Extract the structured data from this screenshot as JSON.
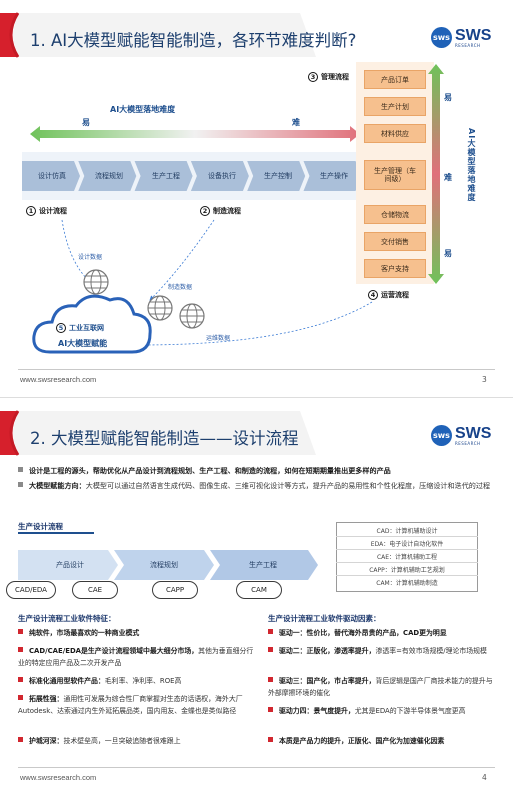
{
  "brand": {
    "mark": "sws",
    "name": "SWS",
    "sub": "RESEARCH"
  },
  "slide1": {
    "title": "1. AI大模型赋能智能制造，各环节难度判断?",
    "chart_title": "AI大模型落地难度",
    "easy": "易",
    "hard": "难",
    "process": [
      "设计仿真",
      "流程规划",
      "生产工程",
      "设备执行",
      "生产控制",
      "生产操作"
    ],
    "manage_label": "生产管理（车间级）",
    "manage_top": [
      "产品订单",
      "生产计划",
      "材料供应"
    ],
    "manage_bottom": [
      "仓储物流",
      "交付销售",
      "客户支持"
    ],
    "design_flow": "设计流程",
    "manufacture_flow": "制造流程",
    "management_flow": "管理流程",
    "operation_flow": "运营流程",
    "n1": "1",
    "n2": "2",
    "n3": "3",
    "n4": "4",
    "n5": "5",
    "design_data": "设计数据",
    "manufacture_data": "制造数据",
    "operation_data": "运维数据",
    "cloud_line1": "工业互联网",
    "cloud_line2": "AI大模型赋能",
    "vertical_title": "AI大模型落地难度",
    "v_easy_top": "易",
    "v_hard": "难",
    "v_easy_bottom": "易",
    "url": "www.swsresearch.com",
    "page": "3"
  },
  "slide2": {
    "title": "2. 大模型赋能智能制造——设计流程",
    "bullets": [
      {
        "strong": "设计是工程的源头，帮助优化从产品设计到流程规划、生产工程、和制造的流程，如何在短期期量推出更多样的产品",
        "rest": ""
      },
      {
        "strong": "大模型赋能方向：",
        "rest": "大模型可以通过自然语言生成代码、图像生成、三维可视化设计等方式，提升产品的易用性和个性化程度，压缩设计和迭代的过程"
      }
    ],
    "flow_title": "生产设计流程",
    "chevrons": [
      "产品设计",
      "流程规划",
      "生产工程"
    ],
    "ovals": [
      "CAD/EDA",
      "CAE",
      "CAPP",
      "CAM"
    ],
    "glossary": [
      "CAD：计算机辅助设计",
      "EDA：电子设计自动化软件",
      "CAE：计算机辅助工程",
      "CAPP：计算机辅助工艺规划",
      "CAM：计算机辅助制造"
    ],
    "left_title": "生产设计流程工业软件特征：",
    "left_items": [
      {
        "strong": "纯软件，市场最喜欢的一种商业模式",
        "rest": ""
      },
      {
        "strong": "CAD/CAE/EDA是生产设计流程领域中最大细分市场，",
        "rest": "其他为垂直细分行业的特定应用产品及二次开发产品"
      },
      {
        "strong": "标准化通用型软件产品：",
        "rest": "毛利率、净利率、ROE高"
      },
      {
        "strong": "拓展性强：",
        "rest": "通用性可发展为综合性厂商掌握对生态的话语权，海外大厂Autodesk、达索通过内生外延拓展品类，国内用友、金蝶也是类似路径"
      },
      {
        "strong": "护城河深：",
        "rest": "技术壁垒高，一旦突破追随者很难跟上"
      }
    ],
    "right_title": "生产设计流程工业软件驱动因素：",
    "right_items": [
      {
        "strong": "驱动一：性价比，替代海外昂贵的产品，CAD更为明显",
        "rest": ""
      },
      {
        "strong": "驱动二：正版化，渗透率提升，",
        "rest": "渗透率=有效市场规模/理论市场规模"
      },
      {
        "strong": "驱动三：国产化，市占率提升，",
        "rest": "背后逻辑是国产厂商技术能力的提升与外部摩擦环境的催化"
      },
      {
        "strong": "驱动力四：景气度提升，",
        "rest": "尤其是EDA的下游半导体景气度更高"
      },
      {
        "strong": "本质是产品力的提升，正版化、国产化为加速催化因素",
        "rest": ""
      }
    ],
    "url": "www.swsresearch.com",
    "page": "4"
  }
}
